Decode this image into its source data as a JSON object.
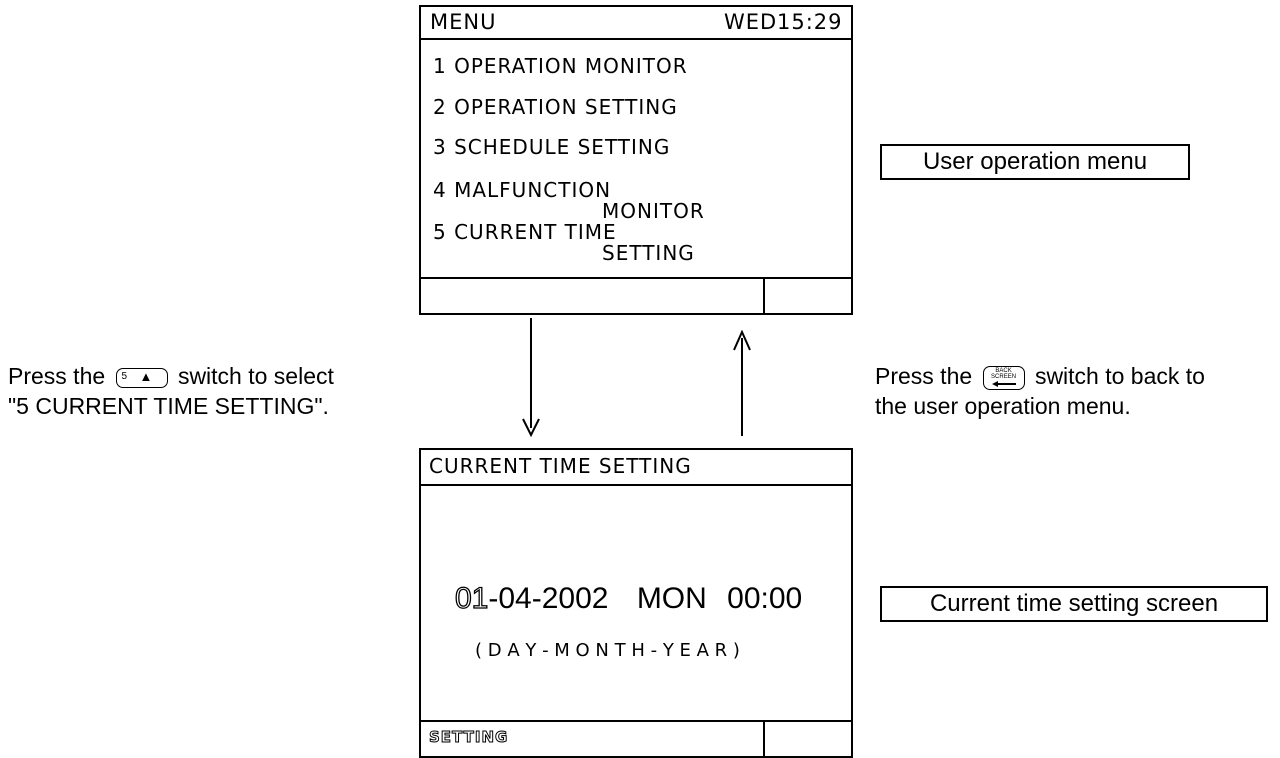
{
  "menu_screen": {
    "title": "MENU",
    "day": "WED",
    "time": "15:29",
    "items": [
      {
        "num": "1",
        "line1": "OPERATION MONITOR",
        "line2": ""
      },
      {
        "num": "2",
        "line1": "OPERATION SETTING",
        "line2": ""
      },
      {
        "num": "3",
        "line1": "SCHEDULE SETTING",
        "line2": ""
      },
      {
        "num": "4",
        "line1": "MALFUNCTION",
        "line2": "MONITOR"
      },
      {
        "num": "5",
        "line1": "CURRENT TIME",
        "line2": "SETTING"
      }
    ]
  },
  "menu_label": "User operation menu",
  "left_caption": {
    "before": "Press the",
    "after": "switch to select",
    "line2": "\"5 CURRENT TIME SETTING\".",
    "key_number": "5",
    "key_symbol": "▲"
  },
  "right_caption": {
    "before": "Press the",
    "after": "switch to back to",
    "line2": "the user operation menu.",
    "key_top": "BACK",
    "key_bottom": "SCREEN"
  },
  "time_screen": {
    "title": "CURRENT TIME SETTING",
    "day_value": "01",
    "rest_date": "-04-2002",
    "weekday": "MON",
    "time": "00:00",
    "format_hint": "( D A Y - M O N T H - Y E A R )",
    "footer_label": "SETTING"
  },
  "time_label": "Current time setting screen"
}
